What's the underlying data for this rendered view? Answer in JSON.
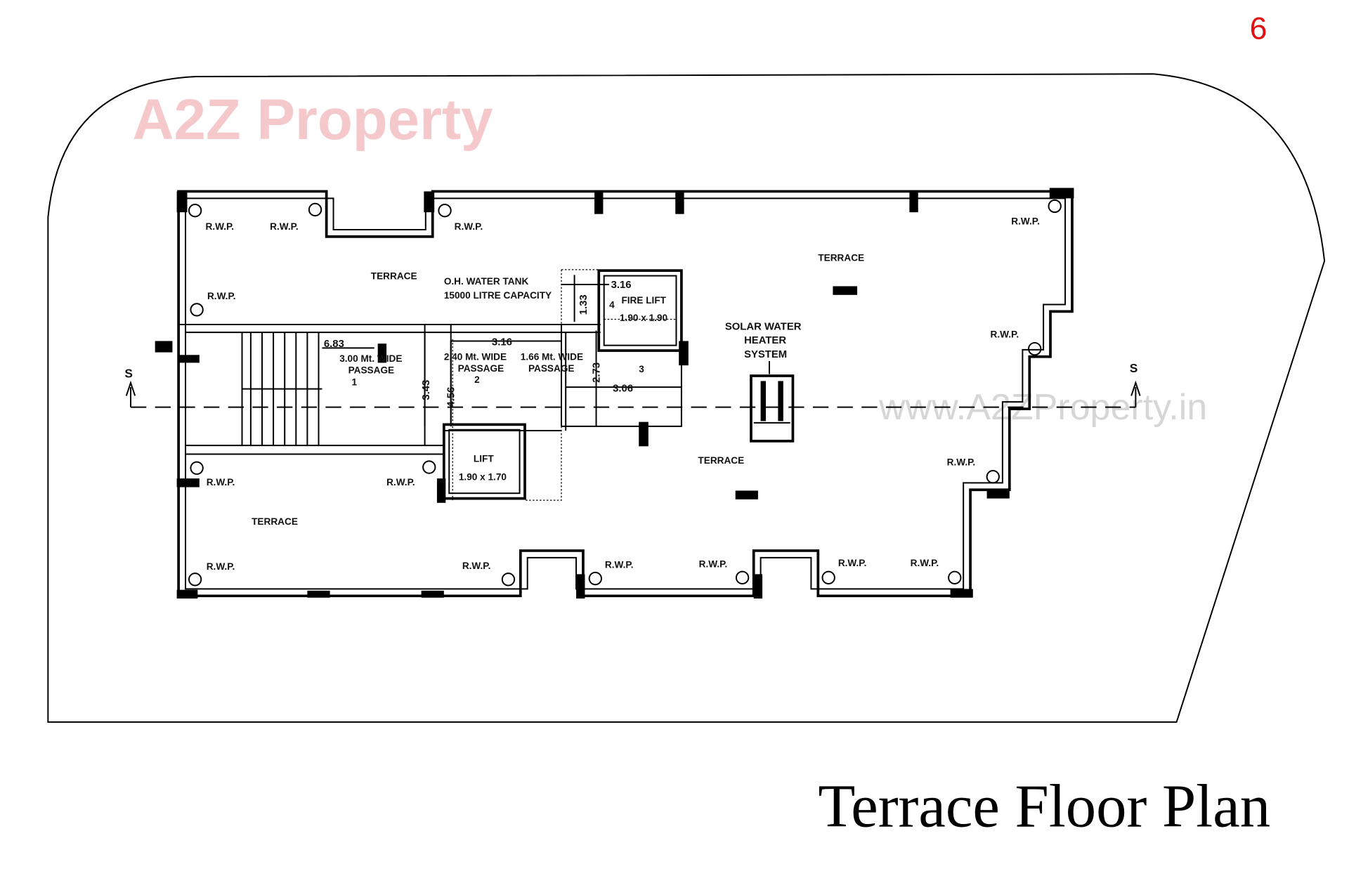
{
  "page_number": "6",
  "page_number_color": "#e01010",
  "title": "Terrace Floor Plan",
  "watermark": {
    "logo": "A2Z Property",
    "url": "www.A2ZProperty.in"
  },
  "labels": {
    "terrace_top_left": "TERRACE",
    "terrace_top_right": "TERRACE",
    "terrace_center": "TERRACE",
    "terrace_bottom_left": "TERRACE",
    "water_tank_1": "O.H. WATER TANK",
    "water_tank_2": "15000 LITRE CAPACITY",
    "fire_lift": "FIRE LIFT",
    "fire_lift_size": "1.90 x 1.90",
    "fire_lift_no": "4",
    "lift": "LIFT",
    "lift_size": "1.90 x 1.70",
    "passage1_1": "3.00 Mt. WIDE",
    "passage1_2": "PASSAGE",
    "passage1_no": "1",
    "passage2_1": "2.40 Mt. WIDE",
    "passage2_2": "PASSAGE",
    "passage2_no": "2",
    "passage3_1": "1.66 Mt. WIDE",
    "passage3_2": "PASSAGE",
    "passage3_no": "3",
    "solar_1": "SOLAR WATER",
    "solar_2": "HEATER",
    "solar_3": "SYSTEM",
    "section_left": "S",
    "section_right": "S",
    "rwp": "R.W.P."
  },
  "dimensions": {
    "d_6_83": "6.83",
    "d_3_16_a": "3.16",
    "d_3_16_b": "3.16",
    "d_1_33": "1.33",
    "d_2_73": "2.73",
    "d_3_06": "3.06",
    "d_3_43": "3.43",
    "d_4_56": "4.56"
  }
}
